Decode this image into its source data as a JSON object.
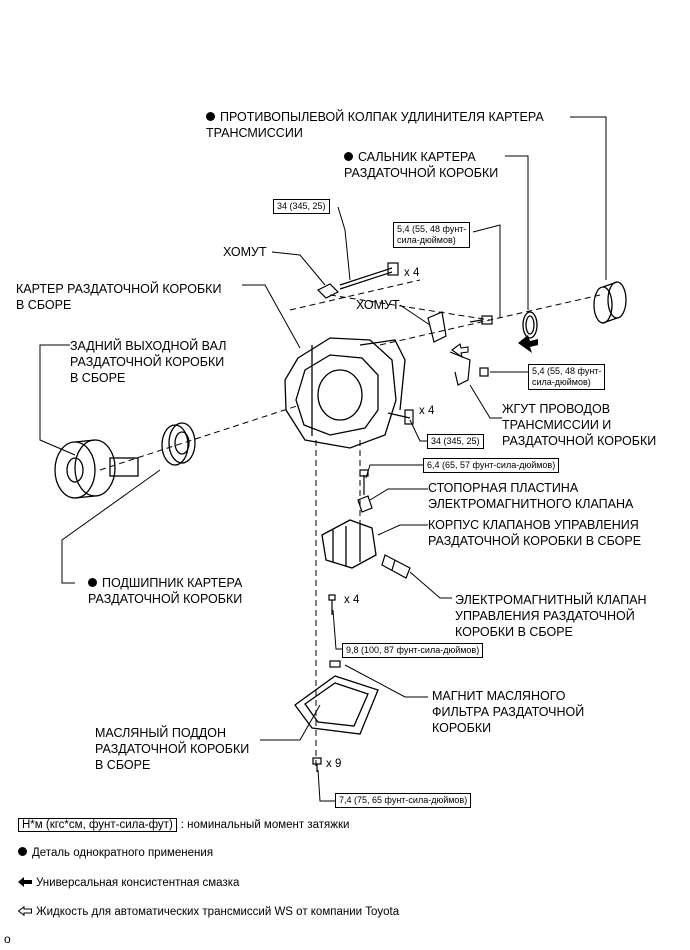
{
  "labels": {
    "dust_cover": "ПРОТИВОПЫЛЕВОЙ КОЛПАК УДЛИНИТЕЛЯ КАРТЕРА\nТРАНСМИССИИ",
    "oil_seal": "САЛЬНИК КАРТЕРА\nРАЗДАТОЧНОЙ КОРОБКИ",
    "clamp_1": "ХОМУТ",
    "clamp_2": "ХОМУТ",
    "transfer_case": "КАРТЕР РАЗДАТОЧНОЙ КОРОБКИ\nВ СБОРЕ",
    "rear_output_shaft": "ЗАДНИЙ ВЫХОДНОЙ ВАЛ\nРАЗДАТОЧНОЙ КОРОБКИ\nВ СБОРЕ",
    "wire_harness": "ЖГУТ ПРОВОДОВ\nТРАНСМИССИИ И\nРАЗДАТОЧНОЙ КОРОБКИ",
    "lock_plate": "СТОПОРНАЯ ПЛАСТИНА\nЭЛЕКТРОМАГНИТНОГО КЛАПАНА",
    "valve_body": "КОРПУС КЛАПАНОВ УПРАВЛЕНИЯ\nРАЗДАТОЧНОЙ КОРОБКИ В СБОРЕ",
    "bearing": "ПОДШИПНИК КАРТЕРА\nРАЗДАТОЧНОЙ КОРОБКИ",
    "solenoid_valve": "ЭЛЕКТРОМАГНИТНЫЙ КЛАПАН\nУПРАВЛЕНИЯ РАЗДАТОЧНОЙ\nКОРОБКИ В СБОРЕ",
    "magnet": "МАГНИТ МАСЛЯНОГО\nФИЛЬТРА РАЗДАТОЧНОЙ\nКОРОБКИ",
    "oil_pan": "МАСЛЯНЫЙ ПОДДОН\nРАЗДАТОЧНОЙ КОРОБКИ\nВ СБОРЕ"
  },
  "torques": {
    "t1": "34 (345, 25)",
    "t2": "5,4 (55, 48 фунт-\nсила-дюймов)",
    "t3": "5,4 (55, 48 фунт-\nсила-дюймов)",
    "t4": "34 (345, 25)",
    "t5": "6,4 (65, 57 фунт-сила-дюймов)",
    "t6": "9,8 (100, 87 фунт-сила-дюймов)",
    "t7": "7,4 (75, 65 фунт-сила-дюймов)"
  },
  "quantities": {
    "q1": "x 4",
    "q2": "x 4",
    "q3": "x 4",
    "q4": "x 9"
  },
  "legend": {
    "unit_box": "Н*м (кгс*см, фунт-сила-фут)",
    "unit_text": ": номинальный момент затяжки",
    "one_time": "Деталь однократного применения",
    "grease": "Универсальная консистентная смазка",
    "atf": "Жидкость для автоматических трансмиссий WS от компании Toyota"
  },
  "page_number": "o"
}
